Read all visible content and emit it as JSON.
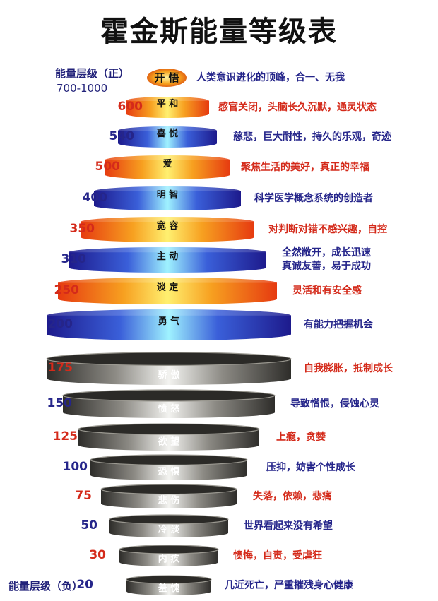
{
  "title": "霍金斯能量等级表",
  "header": {
    "label": "能量层级（正）",
    "range": "700-1000"
  },
  "bottom_prefix": "能量层级（负）",
  "colors": {
    "red": "#d42a1a",
    "blue": "#25258a"
  },
  "levels": [
    {
      "value": "",
      "name": "开 悟",
      "desc": [
        "人类意识进化的顶峰，合一、无我"
      ],
      "kind": "top",
      "tone": "blue"
    },
    {
      "value": "600",
      "name": "平 和",
      "desc": [
        "感官关闭，头脑长久沉默，通灵状态"
      ],
      "kind": "orange",
      "tone": "red"
    },
    {
      "value": "540",
      "name": "喜 悦",
      "desc": [
        "慈悲，巨大耐性，持久的乐观，奇迹"
      ],
      "kind": "blue",
      "tone": "blue"
    },
    {
      "value": "500",
      "name": "爱",
      "desc": [
        "聚焦生活的美好，真正的幸福"
      ],
      "kind": "orange",
      "tone": "red"
    },
    {
      "value": "400",
      "name": "明 智",
      "desc": [
        "科学医学概念系统的创造者"
      ],
      "kind": "blue",
      "tone": "blue"
    },
    {
      "value": "350",
      "name": "宽 容",
      "desc": [
        "对判断对错不感兴趣，自控"
      ],
      "kind": "orange",
      "tone": "red"
    },
    {
      "value": "310",
      "name": "主 动",
      "desc": [
        "全然敞开，成长迅速",
        "真诚友善，易于成功"
      ],
      "kind": "blue",
      "tone": "blue"
    },
    {
      "value": "250",
      "name": "淡 定",
      "desc": [
        "灵活和有安全感"
      ],
      "kind": "orange",
      "tone": "red"
    },
    {
      "value": "200",
      "name": "勇 气",
      "desc": [
        "有能力把握机会"
      ],
      "kind": "blue",
      "tone": "blue"
    },
    {
      "value": "175",
      "name": "骄 傲",
      "desc": [
        "自我膨胀，抵制成长"
      ],
      "kind": "gray",
      "tone": "red"
    },
    {
      "value": "150",
      "name": "愤 怒",
      "desc": [
        "导致憎恨，侵蚀心灵"
      ],
      "kind": "gray",
      "tone": "blue"
    },
    {
      "value": "125",
      "name": "欲 望",
      "desc": [
        "上瘾，贪婪"
      ],
      "kind": "gray",
      "tone": "red"
    },
    {
      "value": "100",
      "name": "恐 惧",
      "desc": [
        "压抑，妨害个性成长"
      ],
      "kind": "gray",
      "tone": "blue"
    },
    {
      "value": "75",
      "name": "悲 伤",
      "desc": [
        "失落，依赖，悲痛"
      ],
      "kind": "gray",
      "tone": "red"
    },
    {
      "value": "50",
      "name": "冷 淡",
      "desc": [
        "世界看起来没有希望"
      ],
      "kind": "gray",
      "tone": "blue"
    },
    {
      "value": "30",
      "name": "内 疚",
      "desc": [
        "懊悔，自责，受虐狂"
      ],
      "kind": "gray",
      "tone": "red"
    },
    {
      "value": "20",
      "name": "羞 愧",
      "desc": [
        "几近死亡，严重摧残身心健康"
      ],
      "kind": "gray",
      "tone": "blue"
    }
  ]
}
